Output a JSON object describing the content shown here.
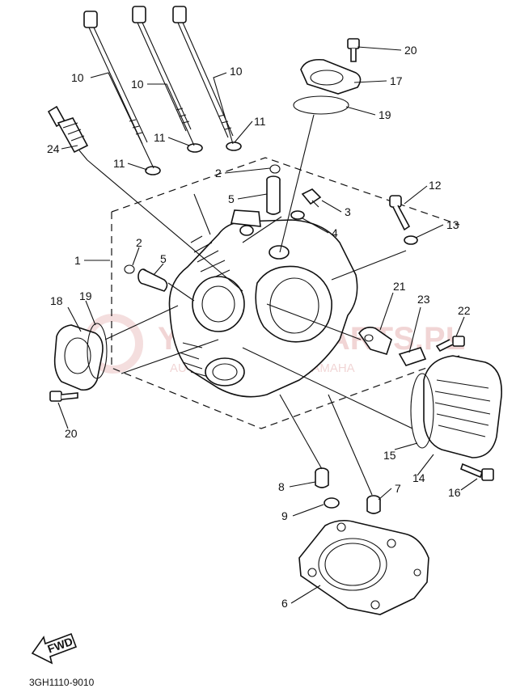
{
  "diagram": {
    "drawing_code": "3GH1110-9010",
    "direction_badge": "FWD",
    "watermark": {
      "main": "YAMAHA-PARTS.PL",
      "sub": "AUTHORISED DEALER YAMAHA"
    },
    "callouts": [
      {
        "id": "c20a",
        "label": "20",
        "part": "bolt"
      },
      {
        "id": "c17",
        "label": "17",
        "part": "cap"
      },
      {
        "id": "c19a",
        "label": "19",
        "part": "o-ring"
      },
      {
        "id": "c10a",
        "label": "10",
        "part": "stud bolt"
      },
      {
        "id": "c10b",
        "label": "10",
        "part": "stud bolt"
      },
      {
        "id": "c10c",
        "label": "10",
        "part": "stud bolt"
      },
      {
        "id": "c11a",
        "label": "11",
        "part": "washer"
      },
      {
        "id": "c11b",
        "label": "11",
        "part": "washer"
      },
      {
        "id": "c11c",
        "label": "11",
        "part": "washer"
      },
      {
        "id": "c24",
        "label": "24",
        "part": "spark plug"
      },
      {
        "id": "c2a",
        "label": "2",
        "part": "clip"
      },
      {
        "id": "c5a",
        "label": "5",
        "part": "valve guide"
      },
      {
        "id": "c3",
        "label": "3",
        "part": "plug"
      },
      {
        "id": "c4",
        "label": "4",
        "part": "gasket"
      },
      {
        "id": "c12",
        "label": "12",
        "part": "bolt"
      },
      {
        "id": "c13",
        "label": "13",
        "part": "washer"
      },
      {
        "id": "c1",
        "label": "1",
        "part": "cylinder head"
      },
      {
        "id": "c2b",
        "label": "2",
        "part": "clip"
      },
      {
        "id": "c5b",
        "label": "5",
        "part": "valve guide"
      },
      {
        "id": "c21",
        "label": "21",
        "part": "guide"
      },
      {
        "id": "c23",
        "label": "23",
        "part": "bracket"
      },
      {
        "id": "c22",
        "label": "22",
        "part": "bolt"
      },
      {
        "id": "c18",
        "label": "18",
        "part": "cap"
      },
      {
        "id": "c19b",
        "label": "19",
        "part": "o-ring"
      },
      {
        "id": "c20b",
        "label": "20",
        "part": "bolt"
      },
      {
        "id": "c15",
        "label": "15",
        "part": "gasket"
      },
      {
        "id": "c14",
        "label": "14",
        "part": "head cover"
      },
      {
        "id": "c16",
        "label": "16",
        "part": "bolt"
      },
      {
        "id": "c8",
        "label": "8",
        "part": "dowel pin"
      },
      {
        "id": "c7",
        "label": "7",
        "part": "dowel pin"
      },
      {
        "id": "c9",
        "label": "9",
        "part": "o-ring"
      },
      {
        "id": "c6",
        "label": "6",
        "part": "cylinder head gasket"
      }
    ]
  }
}
